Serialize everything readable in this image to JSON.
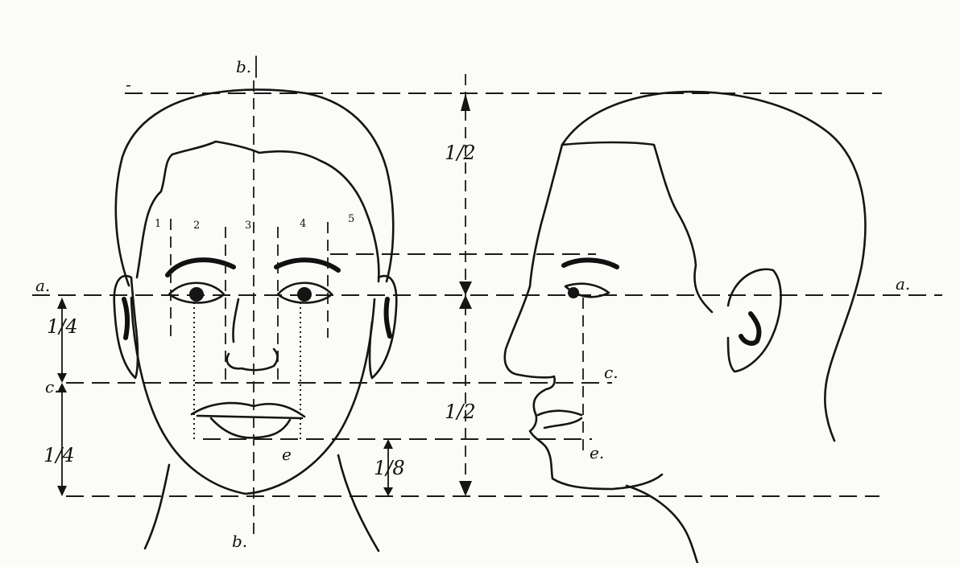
{
  "labels": {
    "b_top": "b.",
    "b_bottom": "b.",
    "a_left": "a.",
    "a_right": "a.",
    "c_left": "c.",
    "c_right": "c.",
    "e_front": "e",
    "e_profile": "e.",
    "dash_mark": "-"
  },
  "fractions": {
    "upper_half": "1/2",
    "lower_half": "1/2",
    "upper_quarter": "1/4",
    "lower_quarter": "1/4",
    "eighth": "1/8"
  },
  "eye_width_marks": [
    "1",
    "2",
    "3",
    "4",
    "5"
  ]
}
